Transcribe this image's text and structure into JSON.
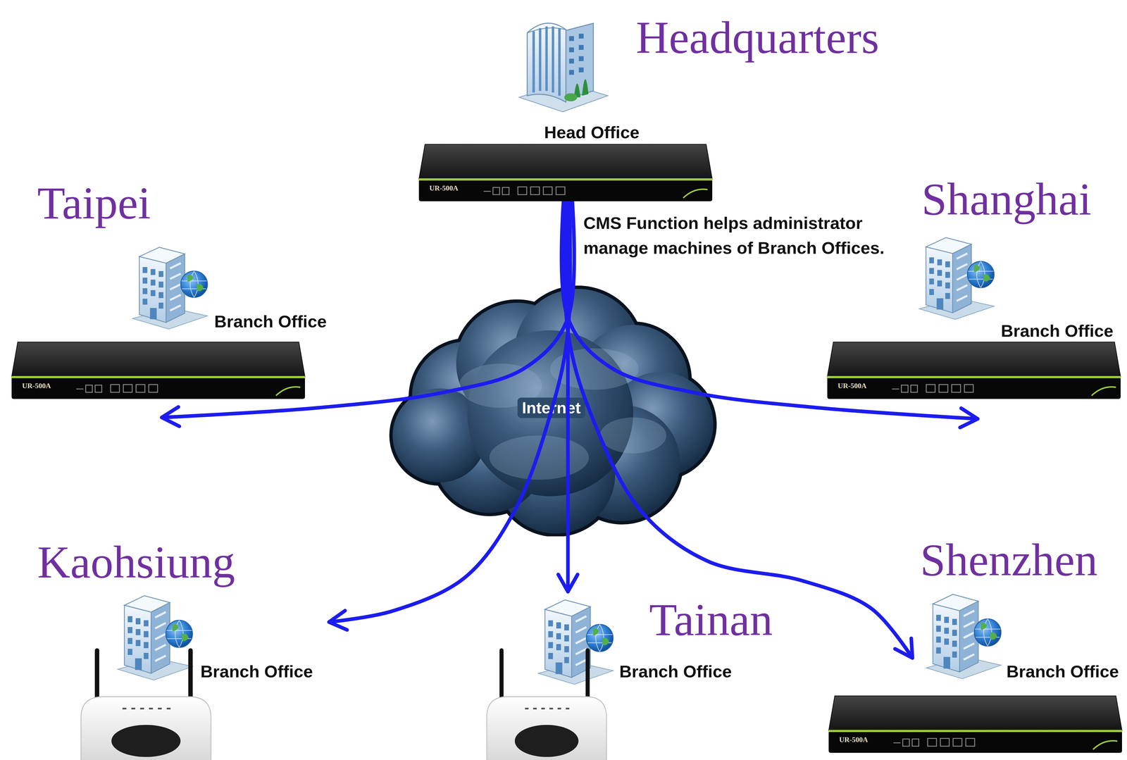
{
  "diagram": {
    "nodes": [
      {
        "text": [
          "Headquarters",
          "Head Office"
        ]
      },
      {
        "text": [
          "Taipei",
          "Branch Office"
        ]
      },
      {
        "text": [
          "Shanghai",
          "Branch Office"
        ]
      },
      {
        "text": [
          "Internet"
        ]
      },
      {
        "text": [
          "Kaohsiung",
          "Branch Office"
        ]
      },
      {
        "text": [
          "Tainan",
          "Branch Office"
        ]
      },
      {
        "text": [
          "Shenzhen",
          "Branch Office"
        ]
      }
    ],
    "edges": [
      {
        "from": 0,
        "to": 1,
        "arrow": "to"
      },
      {
        "from": 0,
        "to": 2,
        "arrow": "to"
      },
      {
        "from": 0,
        "to": 4,
        "arrow": "to"
      },
      {
        "from": 0,
        "to": 5,
        "arrow": "to"
      },
      {
        "from": 0,
        "to": 6,
        "arrow": "to"
      }
    ],
    "labels": [
      "CMS Function helps administrator manage machines of Branch Offices.",
      "UR-500A",
      "UR-500A",
      "UR-500A",
      "UR-500A"
    ]
  }
}
